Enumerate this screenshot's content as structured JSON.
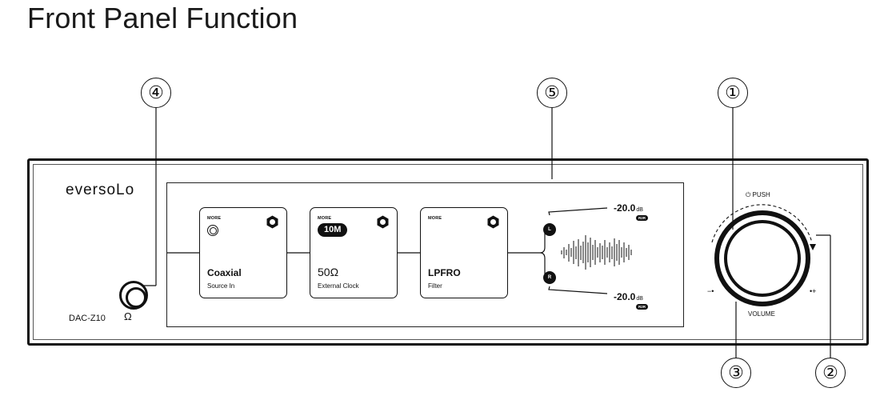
{
  "title": "Front Panel Function",
  "callouts": [
    "①",
    "②",
    "③",
    "④",
    "⑤"
  ],
  "device": {
    "brand": "eversoLo",
    "model": "DAC-Z10",
    "headphone_symbol": "Ω"
  },
  "screen": {
    "cards": [
      {
        "more": "MORE",
        "title": "Coaxial",
        "sub": "Source In",
        "icon": "coax-icon"
      },
      {
        "more": "MORE",
        "badge": "10M",
        "title": "50Ω",
        "sub": "External Clock"
      },
      {
        "more": "MORE",
        "title": "LPFRO",
        "sub": "Filter"
      }
    ],
    "left_channel": "L",
    "right_channel": "R",
    "left_level": "-20.0",
    "right_level": "-20.0",
    "level_unit": "dB",
    "dac_badge": "R2R"
  },
  "knob": {
    "push": "⏻  PUSH",
    "volume": "VOLUME",
    "minus": "−•",
    "plus": "•+"
  }
}
